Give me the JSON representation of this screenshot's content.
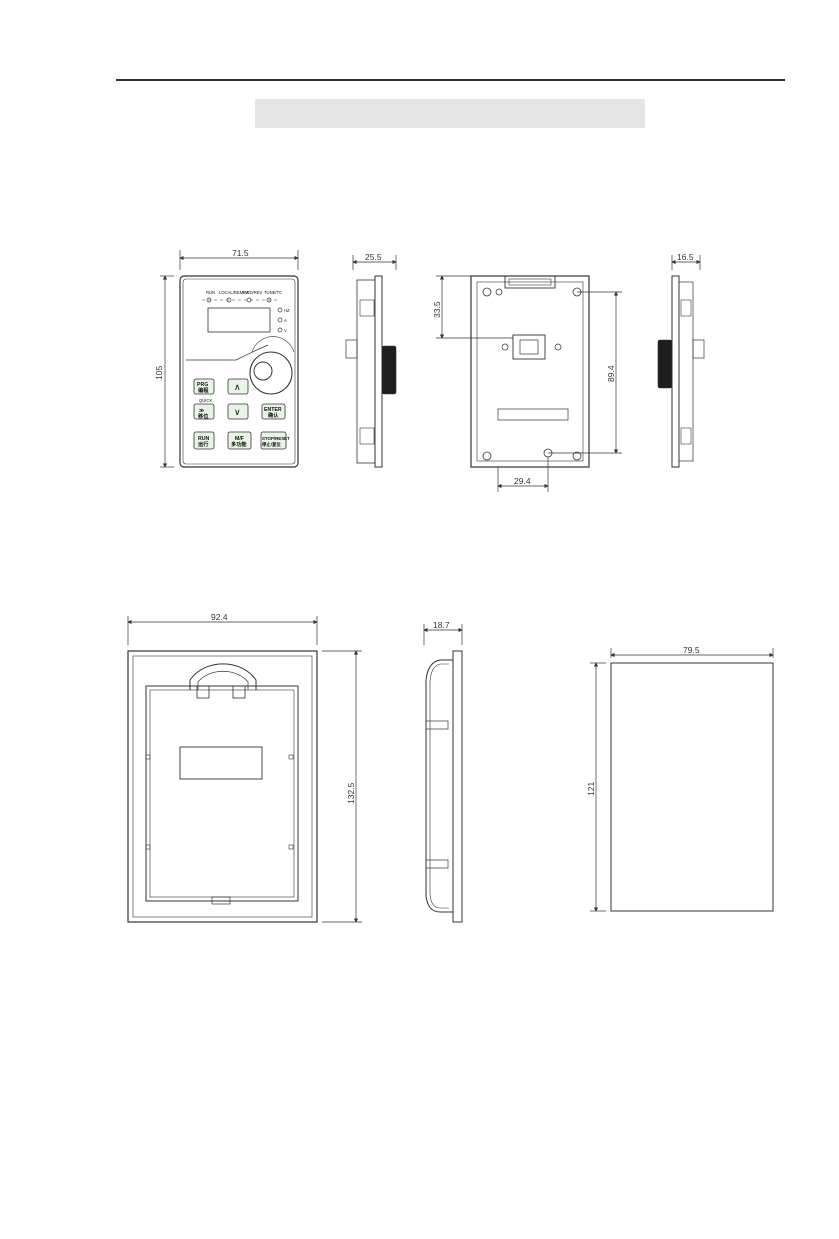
{
  "dims": {
    "keypad_width": "71.5",
    "keypad_height": "105",
    "keypad_side_depth": "25.5",
    "back_top_offset": "33.5",
    "back_hole_spacing_v": "89.4",
    "back_hole_offset_h": "29.4",
    "side2_depth": "16.5",
    "bracket_width": "92.4",
    "bracket_height": "132.5",
    "bracket_depth": "18.7",
    "cutout_width": "79.5",
    "cutout_height": "121"
  },
  "keypad": {
    "leds": {
      "run": "RUN",
      "local": "LOCAL/REMOT",
      "fwd": "FWD/REV",
      "tune": "TUNE/TC"
    },
    "units": {
      "hz": "HZ",
      "a": "A",
      "v": "V"
    },
    "keys": {
      "prg": "PRG",
      "prg_cn": "编程",
      "quick": "QUICK",
      "shift": "≫",
      "shift_cn": "移位",
      "up": "∧",
      "down": "∨",
      "enter": "ENTER",
      "enter_cn": "确认",
      "run": "RUN",
      "run_cn": "运行",
      "mf": "M/F",
      "mf_cn": "多功能",
      "stop": "STOP/RESET",
      "stop_cn": "停止/复位"
    }
  },
  "colors": {
    "line": "#333333",
    "band": "#e5e5e5",
    "key_fill": "#e8f5e6",
    "knob": "#1e1e1e"
  }
}
